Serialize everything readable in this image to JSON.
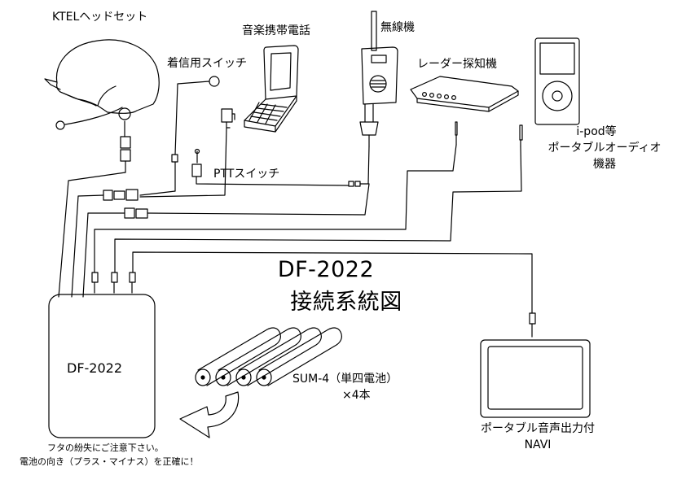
{
  "title": {
    "model": "DF-2022",
    "subtitle": "接続系統図"
  },
  "devices": {
    "headset": "KTELヘッドセット",
    "incoming_switch": "着信用スイッチ",
    "phone": "音楽携帯電話",
    "radio": "無線機",
    "radar": "レーダー探知機",
    "ipod": [
      "i-pod等",
      "ポータブルオーディオ",
      "機器"
    ],
    "ptt": "PTTスイッチ",
    "main_unit": "DF-2022",
    "battery": [
      "SUM-4（単四電池）",
      "×4本"
    ],
    "navi": [
      "ポータブル音声出力付",
      "NAVI"
    ]
  },
  "notes": [
    "フタの紛失にご注意下さい。",
    "電池の向き（プラス・マイナス）を正確に！"
  ]
}
